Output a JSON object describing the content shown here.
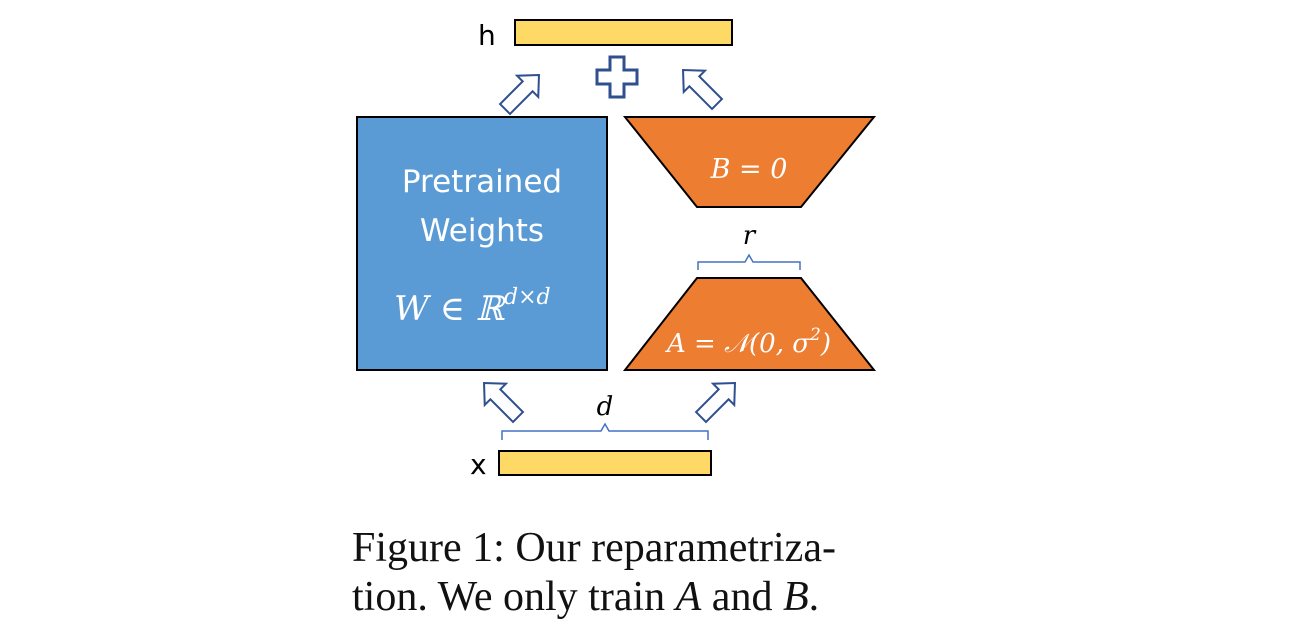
{
  "figure": {
    "output_label": "h",
    "input_label": "x",
    "pretrained": {
      "line1": "Pretrained",
      "line2": "Weights",
      "formula_main": "W ∈ ℝ",
      "formula_sup": "d×d"
    },
    "matrix_b": {
      "label": "B = 0"
    },
    "matrix_a": {
      "label_main": "A = 𝒩(0, σ",
      "label_sup": "2",
      "label_end": ")"
    },
    "rank_label": "r",
    "dim_label": "d",
    "plus_symbol": "plus-icon"
  },
  "caption": {
    "line1": "Figure 1: Our reparametriza-",
    "line2_pre": "tion. We only train ",
    "var_a": "A",
    "mid": " and ",
    "var_b": "B",
    "end": "."
  },
  "colors": {
    "pretrained_fill": "#5b9bd5",
    "lora_fill": "#ed7d31",
    "vector_fill": "#ffd966",
    "arrow_stroke": "#2f4f8f",
    "brace_stroke": "#4472c4"
  }
}
